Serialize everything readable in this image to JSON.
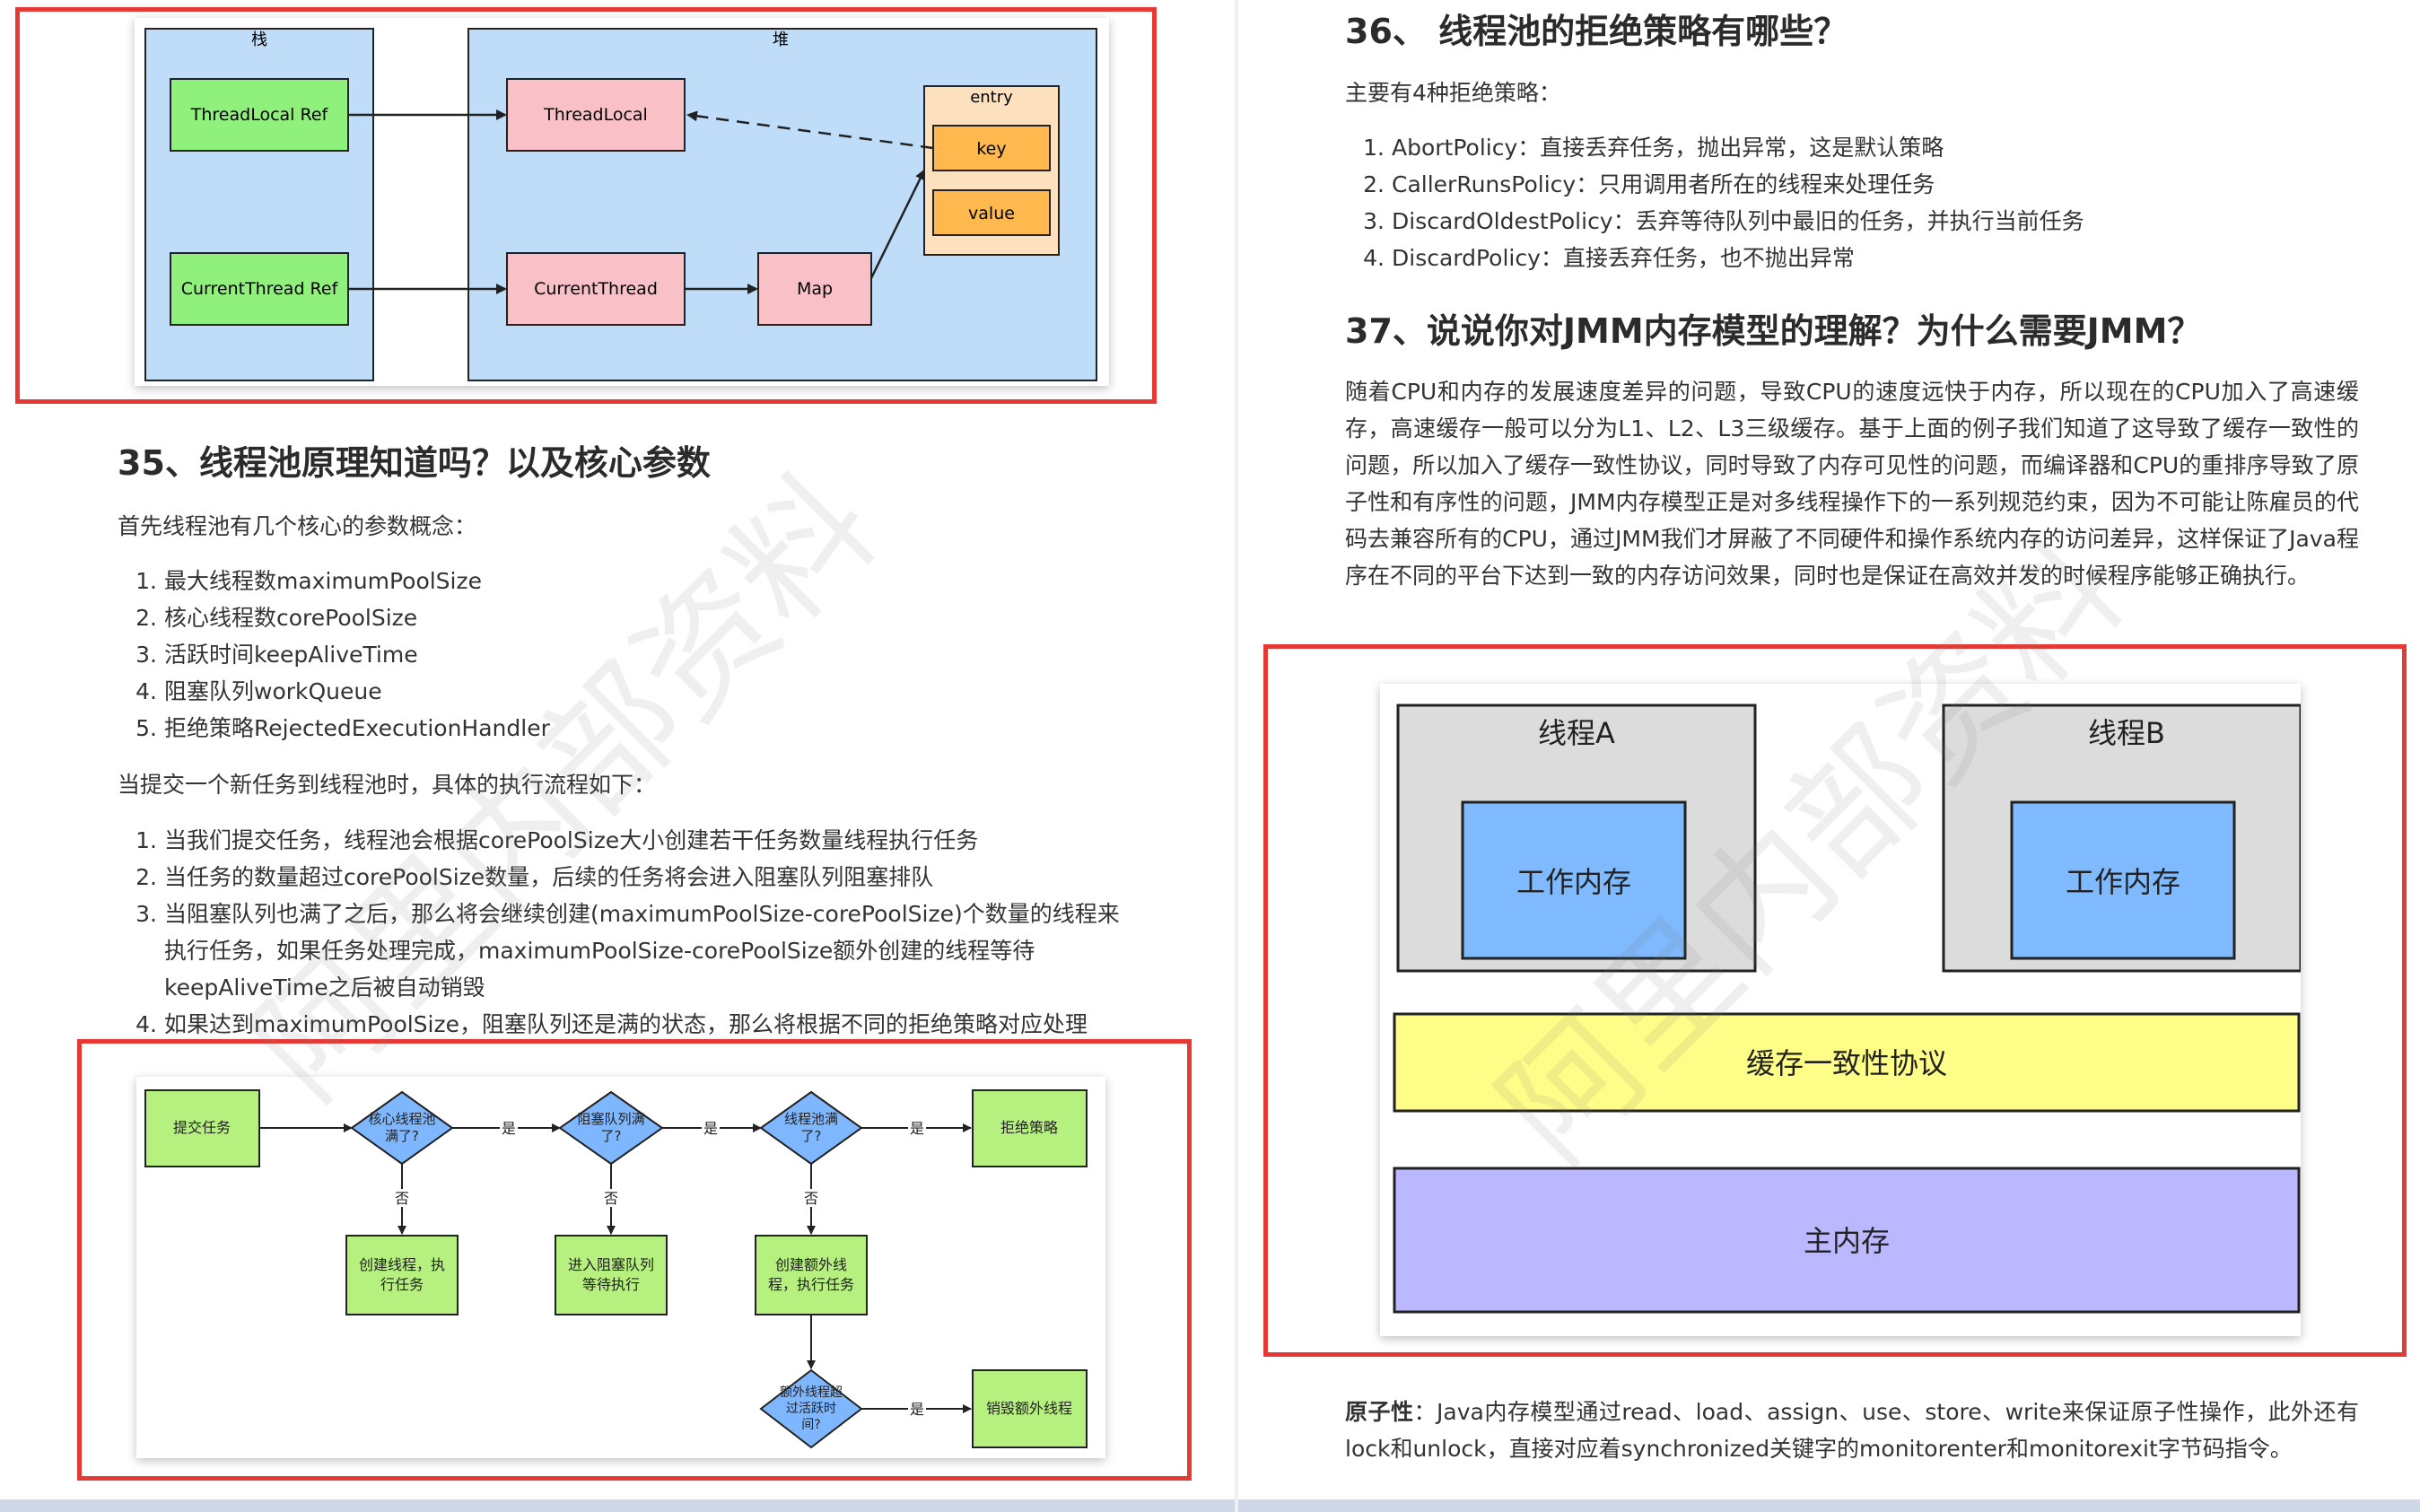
{
  "watermark": "阿里内部资料",
  "left": {
    "threadlocal_diagram": {
      "stack_label": "栈",
      "heap_label": "堆",
      "threadlocal_ref": "ThreadLocal Ref",
      "currentthread_ref": "CurrentThread Ref",
      "threadlocal": "ThreadLocal",
      "currentthread": "CurrentThread",
      "map": "Map",
      "entry": "entry",
      "key": "key",
      "value": "value"
    },
    "section35": {
      "title": "35、线程池原理知道吗？以及核心参数",
      "intro": "首先线程池有几个核心的参数概念：",
      "params": [
        {
          "num": "1.",
          "text": "最大线程数maximumPoolSize"
        },
        {
          "num": "2.",
          "text": "核心线程数corePoolSize"
        },
        {
          "num": "3.",
          "text": "活跃时间keepAliveTime"
        },
        {
          "num": "4.",
          "text": "阻塞队列workQueue"
        },
        {
          "num": "5.",
          "text": "拒绝策略RejectedExecutionHandler"
        }
      ],
      "flow_intro": "当提交一个新任务到线程池时，具体的执行流程如下：",
      "steps": [
        {
          "num": "1.",
          "text": "当我们提交任务，线程池会根据corePoolSize大小创建若干任务数量线程执行任务"
        },
        {
          "num": "2.",
          "text": "当任务的数量超过corePoolSize数量，后续的任务将会进入阻塞队列阻塞排队"
        },
        {
          "num": "3.",
          "text": "当阻塞队列也满了之后，那么将会继续创建(maximumPoolSize-corePoolSize)个数量的线程来执行任务，如果任务处理完成，maximumPoolSize-corePoolSize额外创建的线程等待keepAliveTime之后被自动销毁"
        },
        {
          "num": "4.",
          "text": "如果达到maximumPoolSize，阻塞队列还是满的状态，那么将根据不同的拒绝策略对应处理"
        }
      ]
    },
    "flowchart": {
      "submit": "提交任务",
      "core_full": [
        "核心线程池",
        "满了?"
      ],
      "queue_full": [
        "阻塞队列满",
        "了?"
      ],
      "pool_full": [
        "线程池满",
        "了?"
      ],
      "reject": "拒绝策略",
      "create_core": [
        "创建线程，执",
        "行任务"
      ],
      "enqueue": [
        "进入阻塞队列",
        "等待执行"
      ],
      "create_extra": [
        "创建额外线",
        "程，执行任务"
      ],
      "extra_timeout": [
        "额外线程超",
        "过活跃时",
        "间?"
      ],
      "destroy": "销毁额外线程",
      "yes": "是",
      "no": "否"
    }
  },
  "right": {
    "section36": {
      "title": "36、 线程池的拒绝策略有哪些？",
      "intro": "主要有4种拒绝策略：",
      "items": [
        {
          "num": "1.",
          "text": "AbortPolicy：直接丢弃任务，抛出异常，这是默认策略"
        },
        {
          "num": "2.",
          "text": "CallerRunsPolicy：只用调用者所在的线程来处理任务"
        },
        {
          "num": "3.",
          "text": "DiscardOldestPolicy：丢弃等待队列中最旧的任务，并执行当前任务"
        },
        {
          "num": "4.",
          "text": "DiscardPolicy：直接丢弃任务，也不抛出异常"
        }
      ]
    },
    "section37": {
      "title": "37、说说你对JMM内存模型的理解？为什么需要JMM？",
      "body": "随着CPU和内存的发展速度差异的问题，导致CPU的速度远快于内存，所以现在的CPU加入了高速缓存，高速缓存一般可以分为L1、L2、L3三级缓存。基于上面的例子我们知道了这导致了缓存一致性的问题，所以加入了缓存一致性协议，同时导致了内存可见性的问题，而编译器和CPU的重排序导致了原子性和有序性的问题，JMM内存模型正是对多线程操作下的一系列规范约束，因为不可能让陈雇员的代码去兼容所有的CPU，通过JMM我们才屏蔽了不同硬件和操作系统内存的访问差异，这样保证了Java程序在不同的平台下达到一致的内存访问效果，同时也是保证在高效并发的时候程序能够正确执行。"
    },
    "jmm_diagram": {
      "thread_a": "线程A",
      "thread_b": "线程B",
      "working_memory": "工作内存",
      "cache_coherence": "缓存一致性协议",
      "main_memory": "主内存"
    },
    "atomicity": {
      "label": "原子性",
      "text": "：Java内存模型通过read、load、assign、use、store、write来保证原子性操作，此外还有lock和unlock，直接对应着synchronized关键字的monitorenter和monitorexit字节码指令。"
    }
  }
}
